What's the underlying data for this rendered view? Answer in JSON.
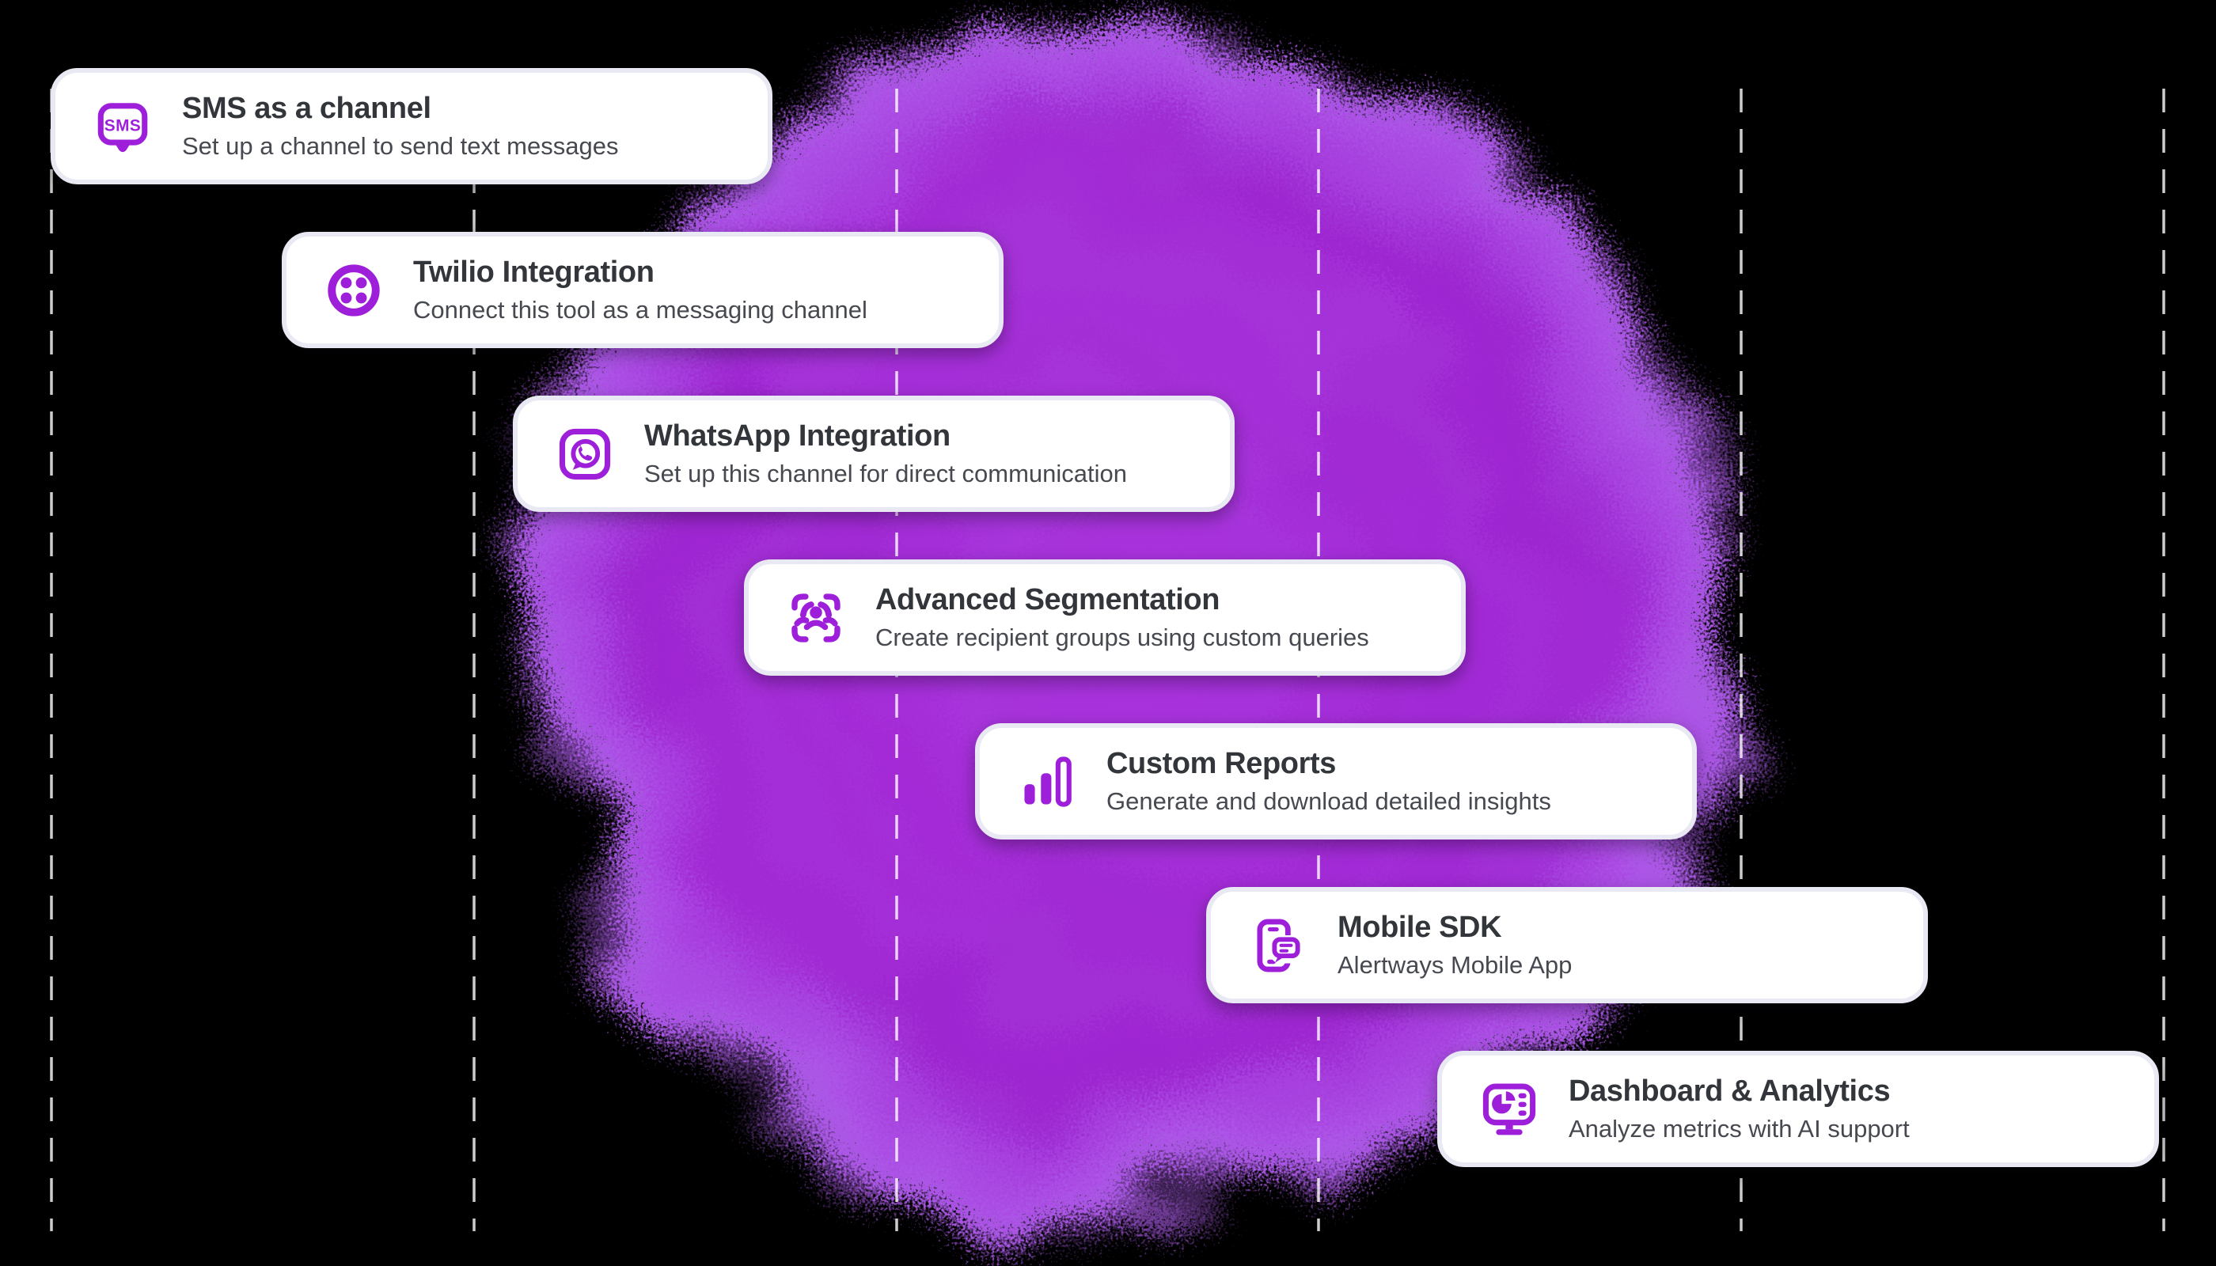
{
  "theme": {
    "background_color": "#000000",
    "accent_purple": "#9e1fd9",
    "blob_purple_core": "#a22cd6",
    "blob_purple_fringe": "#ac59e7",
    "card_background": "#ffffff",
    "card_border_color": "#e8e9f3",
    "title_color": "#32353a",
    "subtitle_color": "#46494f",
    "dashed_line_color": "rgba(255,255,255,0.8)"
  },
  "icons": {
    "sms_label": "SMS"
  },
  "features": [
    {
      "icon": "sms-bubble-icon",
      "title": "SMS as a channel",
      "subtitle": "Set up a channel to send text messages"
    },
    {
      "icon": "twilio-icon",
      "title": "Twilio Integration",
      "subtitle": "Connect this tool as a messaging channel"
    },
    {
      "icon": "whatsapp-icon",
      "title": "WhatsApp Integration",
      "subtitle": "Set up this channel for direct communication"
    },
    {
      "icon": "segmentation-icon",
      "title": "Advanced Segmentation",
      "subtitle": "Create recipient groups using custom queries"
    },
    {
      "icon": "bar-chart-icon",
      "title": "Custom Reports",
      "subtitle": "Generate and download detailed insights"
    },
    {
      "icon": "mobile-sdk-icon",
      "title": "Mobile SDK",
      "subtitle": "Alertways Mobile App"
    },
    {
      "icon": "dashboard-icon",
      "title": "Dashboard & Analytics",
      "subtitle": "Analyze metrics with AI support"
    }
  ]
}
